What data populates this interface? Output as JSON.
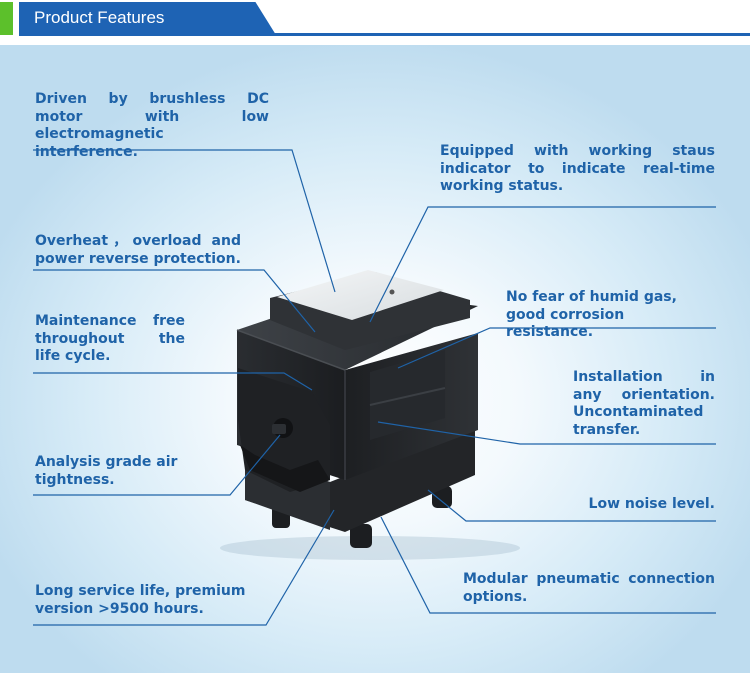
{
  "header": {
    "title": "Product Features"
  },
  "colors": {
    "accent_blue": "#1e63b4",
    "accent_green": "#5cc02b",
    "text_blue": "#1f63a8"
  },
  "features": {
    "motor": "Driven by brushless DC motor with low electromagnetic interference.",
    "overheat": "Overheat，overload and power reverse protection.",
    "maintenance": "Maintenance free throughout the life cycle.",
    "airtightness": "Analysis grade air tightness.",
    "service_life": "Long service life, premium version >9500 hours.",
    "indicator": "Equipped with working staus indicator to indicate real-time working status.",
    "humid_gas": "No fear of humid gas, good corrosion resistance.",
    "orientation": "Installation in any orientation. Uncontaminated transfer.",
    "noise": "Low noise level.",
    "modular": "Modular pneumatic connection options."
  }
}
